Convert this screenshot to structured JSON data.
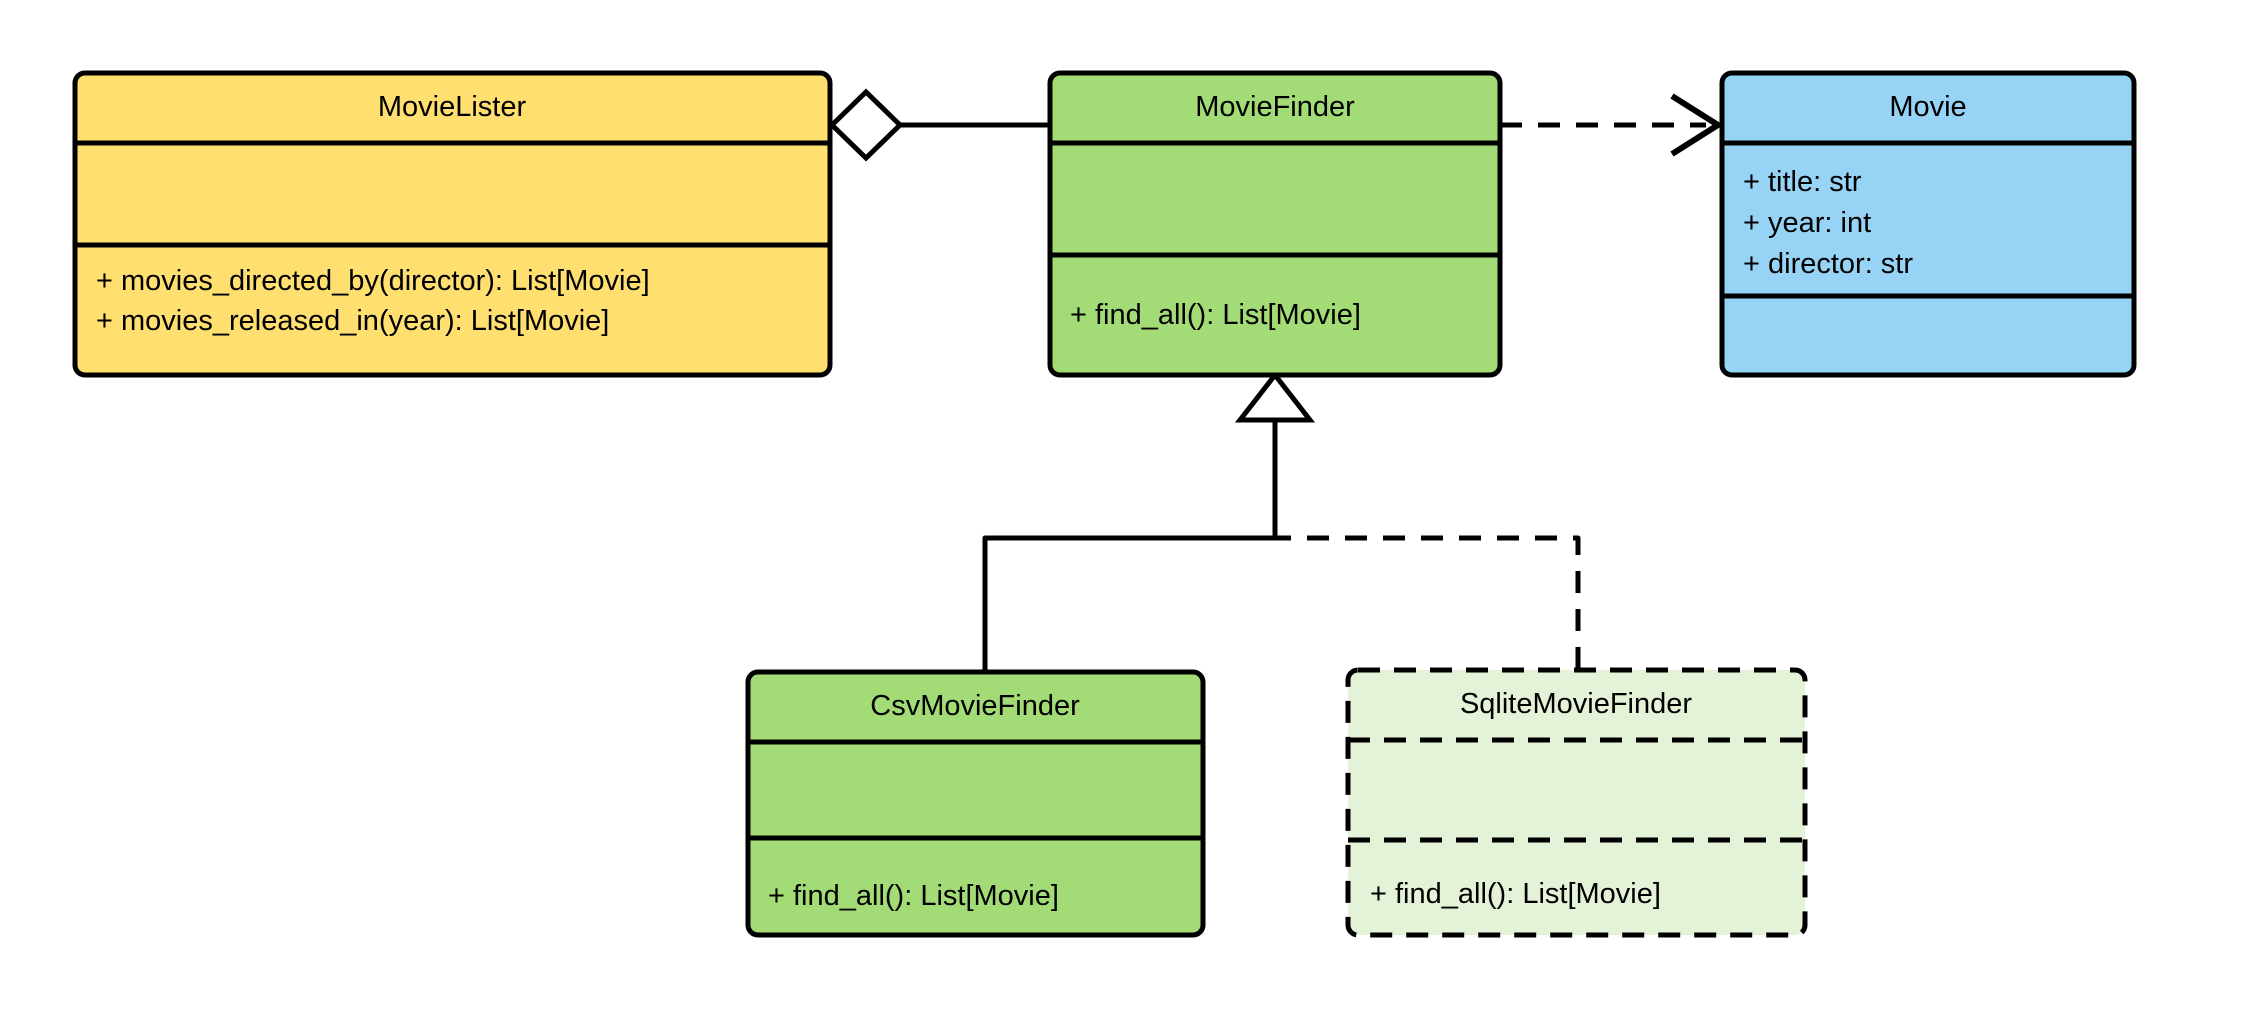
{
  "diagram": {
    "kind": "uml-class-diagram",
    "background": "#ffffff",
    "line_color": "#000000",
    "classes": [
      {
        "id": "movie-lister",
        "name": "MovieLister",
        "fill": "#FFDF70",
        "border_style": "solid",
        "attributes": [],
        "methods": [
          "+ movies_directed_by(director): List[Movie]",
          "+ movies_released_in(year): List[Movie]"
        ]
      },
      {
        "id": "movie-finder",
        "name": "MovieFinder",
        "fill": "#A3DB76",
        "border_style": "solid",
        "attributes": [],
        "methods": [
          "+ find_all(): List[Movie]"
        ]
      },
      {
        "id": "movie",
        "name": "Movie",
        "fill": "#97D3F5",
        "border_style": "solid",
        "attributes": [
          "+ title: str",
          "+ year: int",
          "+ director: str"
        ],
        "methods": []
      },
      {
        "id": "csv-movie-finder",
        "name": "CsvMovieFinder",
        "fill": "#A3DB76",
        "border_style": "solid",
        "attributes": [],
        "methods": [
          "+ find_all(): List[Movie]"
        ]
      },
      {
        "id": "sqlite-movie-finder",
        "name": "SqliteMovieFinder",
        "fill": "#E4F2D7",
        "border_style": "dashed",
        "attributes": [],
        "methods": [
          "+ find_all(): List[Movie]"
        ]
      }
    ],
    "relationships": [
      {
        "id": "aggregation-lister-finder",
        "type": "aggregation",
        "from": "MovieLister",
        "to": "MovieFinder",
        "line_style": "solid",
        "source_marker": "hollow-diamond",
        "target_marker": "none"
      },
      {
        "id": "dependency-finder-movie",
        "type": "dependency",
        "from": "MovieFinder",
        "to": "Movie",
        "line_style": "dashed",
        "source_marker": "none",
        "target_marker": "open-arrow"
      },
      {
        "id": "generalization-csv-finder",
        "type": "generalization",
        "from": "CsvMovieFinder",
        "to": "MovieFinder",
        "line_style": "solid",
        "source_marker": "none",
        "target_marker": "hollow-triangle"
      },
      {
        "id": "generalization-sqlite-finder",
        "type": "generalization",
        "from": "SqliteMovieFinder",
        "to": "MovieFinder",
        "line_style": "dashed",
        "source_marker": "none",
        "target_marker": "hollow-triangle"
      }
    ]
  }
}
